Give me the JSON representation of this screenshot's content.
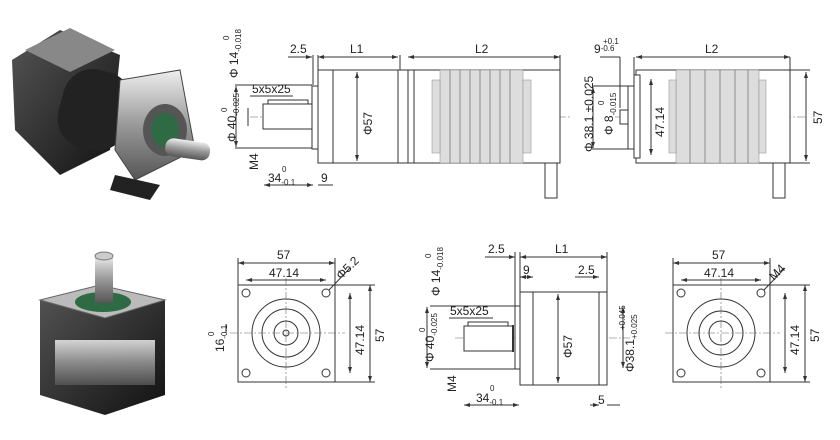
{
  "top_side_view": {
    "dim_2_5": "2.5",
    "dim_L1": "L1",
    "dim_L2": "L2",
    "shaft_dia": "Φ 14",
    "shaft_dia_tol_up": "0",
    "shaft_dia_tol_low": "-0.018",
    "key": "5x5x25",
    "pilot_dia": "Φ 40",
    "pilot_dia_tol_up": "0",
    "pilot_dia_tol_low": "-0.025",
    "thread": "M4",
    "body_dia": "Φ57",
    "shaft_len": "34",
    "shaft_len_tol_up": "0",
    "shaft_len_tol_low": "-0.1",
    "dim_9": "9"
  },
  "top_rear_view": {
    "dim_9": "9",
    "dim_9_tol_up": "+0.1",
    "dim_9_tol_low": "-0.6",
    "dim_L2": "L2",
    "boss_dia": "Φ 38.1 ±0.025",
    "shaft_dia": "Φ 8",
    "shaft_dia_tol_up": "0",
    "shaft_dia_tol_low": "-0.015",
    "dim_47_14": "47.14",
    "dim_57": "57"
  },
  "bottom_front_view": {
    "dim_57": "57",
    "dim_47_14": "47.14",
    "hole": "Φ5.2",
    "dim_16": "16",
    "dim_16_tol_up": "0",
    "dim_16_tol_low": "-0.1",
    "dim_47_14_v": "47.14",
    "dim_57_v": "57"
  },
  "bottom_side_view": {
    "dim_2_5": "2.5",
    "dim_L1": "L1",
    "dim_9": "9",
    "dim_2_5_b": "2.5",
    "shaft_dia": "Φ 14",
    "shaft_dia_tol_up": "0",
    "shaft_dia_tol_low": "-0.018",
    "key": "5x5x25",
    "pilot_dia": "Φ 40",
    "pilot_dia_tol_up": "0",
    "pilot_dia_tol_low": "-0.025",
    "thread": "M4",
    "body_dia": "Φ57",
    "rear_dia": "Φ38.1",
    "rear_dia_tol_up": "+0.045",
    "rear_dia_tol_low": "+0.025",
    "shaft_len": "34",
    "shaft_len_tol_up": "0",
    "shaft_len_tol_low": "-0.1",
    "dim_5": "5"
  },
  "bottom_rear_face_view": {
    "dim_57": "57",
    "dim_47_14": "47.14",
    "thread": "M4",
    "dim_47_14_v": "47.14",
    "dim_57_v": "57"
  }
}
